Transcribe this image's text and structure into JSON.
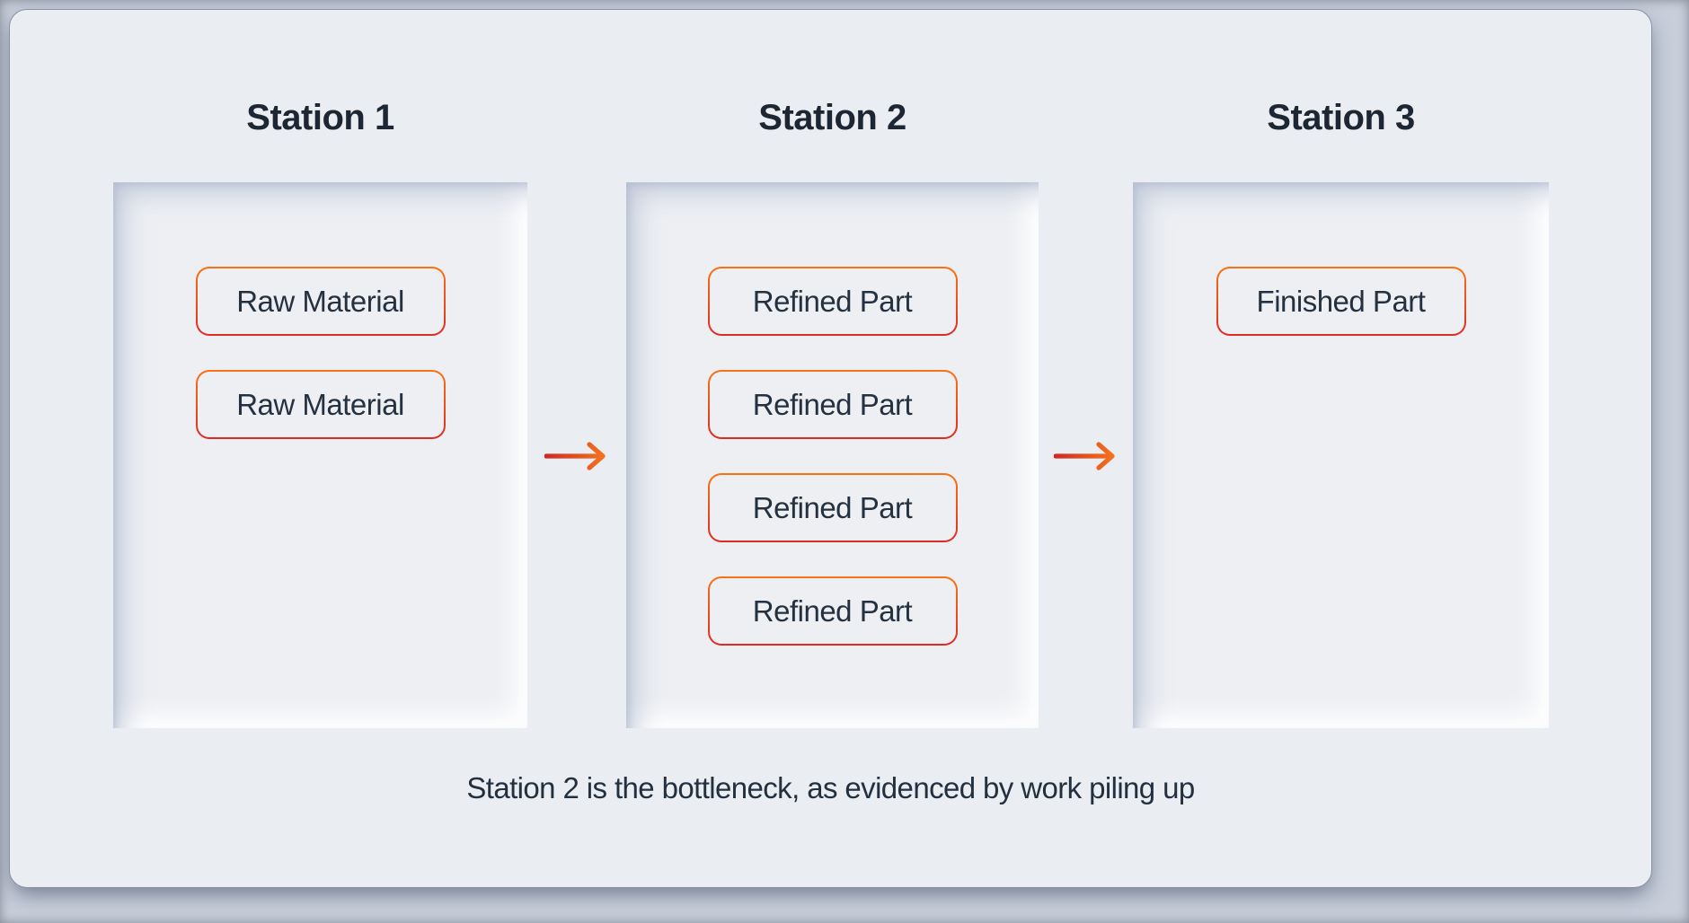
{
  "diagram": {
    "caption": "Station 2 is the bottleneck, as evidenced by work piling up",
    "stations": [
      {
        "title": "Station 1",
        "items": [
          "Raw Material",
          "Raw Material"
        ]
      },
      {
        "title": "Station 2",
        "items": [
          "Refined Part",
          "Refined Part",
          "Refined Part",
          "Refined Part"
        ]
      },
      {
        "title": "Station 3",
        "items": [
          "Finished Part"
        ]
      }
    ],
    "colors": {
      "page_bg": "#c8cfdb",
      "card_bg": "#eaedf2",
      "station_bg": "#edeff3",
      "heading_text": "#1c2733",
      "label_text": "#243140",
      "item_border_top": "#f97316",
      "item_border_bottom": "#df2b24",
      "arrow_gradient_start": "#cf2b24",
      "arrow_gradient_end": "#f4711d"
    }
  }
}
